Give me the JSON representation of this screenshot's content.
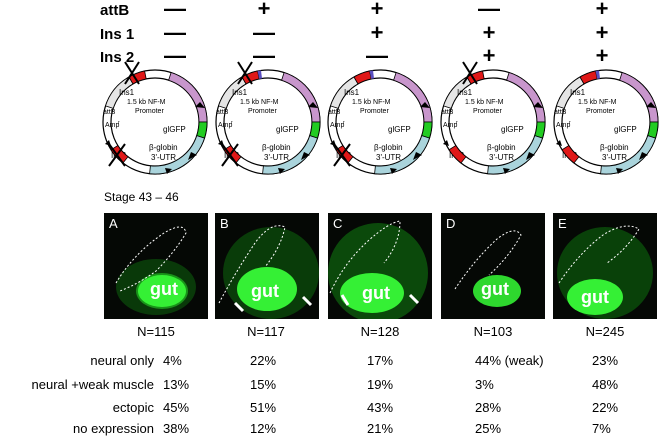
{
  "rows": [
    {
      "label": "attB",
      "signs": [
        "—",
        "+",
        "+",
        "—",
        "+"
      ]
    },
    {
      "label": "Ins 1",
      "signs": [
        "—",
        "—",
        "+",
        "+",
        "+"
      ]
    },
    {
      "label": "Ins 2",
      "signs": [
        "—",
        "—",
        "—",
        "+",
        "+"
      ]
    }
  ],
  "plasmid": {
    "ins1": "Ins1",
    "promoter": "1.5 kb NF-M",
    "promoter2": "Promoter",
    "attb": "attB",
    "amp": "Amp",
    "amp_sup": "r",
    "glgfp": "glGFP",
    "globin": "β-globin",
    "utr": "3'-UTR",
    "ins2": "Ins2",
    "colors": {
      "promoter": "#c896cc",
      "gfp": "#22cc22",
      "globin": "#aad4dc",
      "ins": "#e01818",
      "attb": "#5a4fbf"
    }
  },
  "stage": "Stage 43 – 46",
  "panels": [
    {
      "letter": "A",
      "gut": "gut"
    },
    {
      "letter": "B",
      "gut": "gut"
    },
    {
      "letter": "C",
      "gut": "gut"
    },
    {
      "letter": "D",
      "gut": "gut"
    },
    {
      "letter": "E",
      "gut": "gut"
    }
  ],
  "counts": [
    "N=115",
    "N=117",
    "N=128",
    "N=103",
    "N=245"
  ],
  "stats": [
    {
      "label": "neural only",
      "values": [
        "4%",
        "22%",
        "17%",
        "44% (weak)",
        "23%"
      ]
    },
    {
      "label": "neural +weak muscle",
      "values": [
        "13%",
        "15%",
        "19%",
        "3%",
        "48%"
      ]
    },
    {
      "label": "ectopic",
      "values": [
        "45%",
        "51%",
        "43%",
        "28%",
        "22%"
      ]
    },
    {
      "label": "no expression",
      "values": [
        "38%",
        "12%",
        "21%",
        "25%",
        "7%"
      ]
    }
  ]
}
